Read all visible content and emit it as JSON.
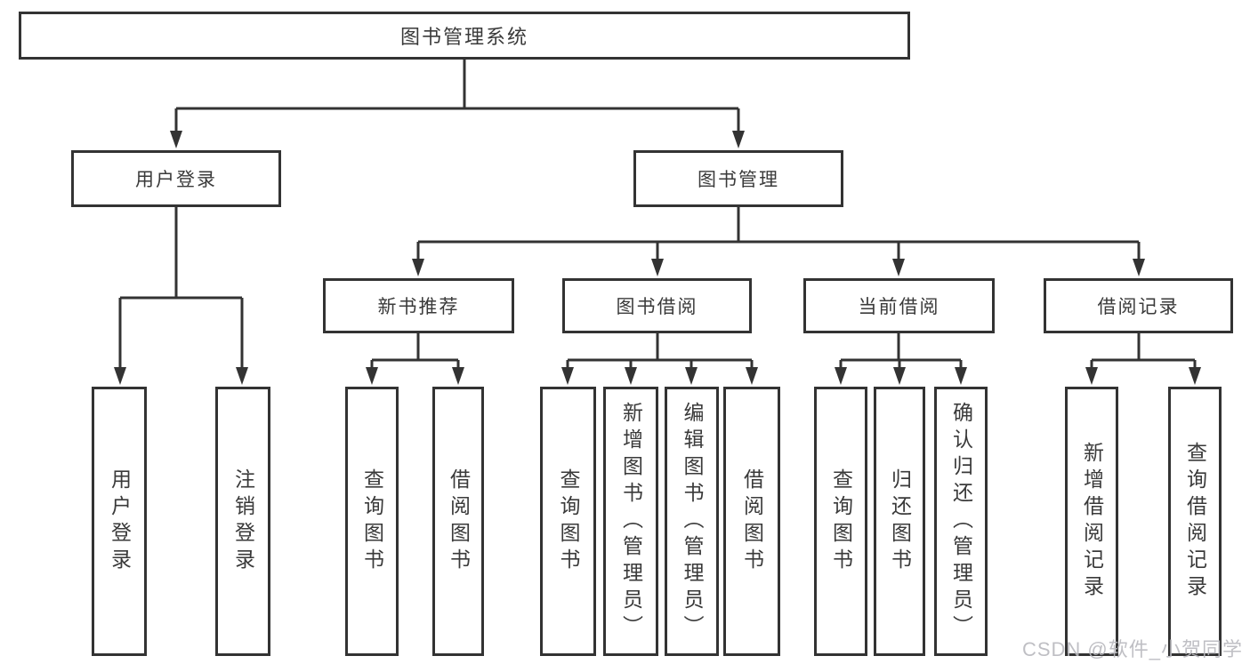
{
  "tree": {
    "root": "图书管理系统",
    "branches": [
      {
        "label": "用户登录",
        "children": [
          "用户登录",
          "注销登录"
        ]
      },
      {
        "label": "图书管理",
        "groups": [
          {
            "label": "新书推荐",
            "children": [
              "查询图书",
              "借阅图书"
            ]
          },
          {
            "label": "图书借阅",
            "children": [
              "查询图书",
              "新增图书（管理员）",
              "编辑图书（管理员）",
              "借阅图书"
            ]
          },
          {
            "label": "当前借阅",
            "children": [
              "查询图书",
              "归还图书",
              "确认归还（管理员）"
            ]
          },
          {
            "label": "借阅记录",
            "children": [
              "新增借阅记录",
              "查询借阅记录"
            ]
          }
        ]
      }
    ]
  },
  "watermark": "CSDN @软件_小贺同学",
  "colors": {
    "line": "#333333",
    "text": "#3a3a3a",
    "watermark": "#b9b9be",
    "background": "#ffffff"
  }
}
